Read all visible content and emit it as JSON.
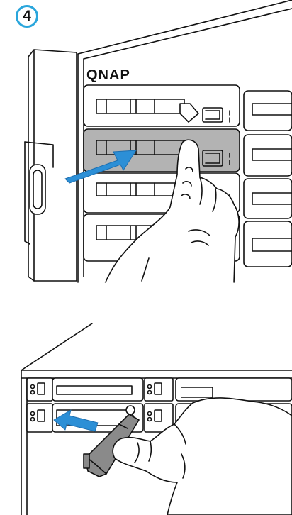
{
  "step": {
    "number": "4"
  },
  "brand": {
    "logo_text": "QNAP"
  },
  "colors": {
    "accent": "#2aa6dc",
    "arrow": "#2c8fd6",
    "highlight": "#a9a9a9",
    "line": "#111111"
  },
  "illustrations": [
    {
      "id": "push-tray",
      "description_icon": "hand-push-icon"
    },
    {
      "id": "close-handle",
      "description_icon": "hand-lock-icon"
    }
  ]
}
